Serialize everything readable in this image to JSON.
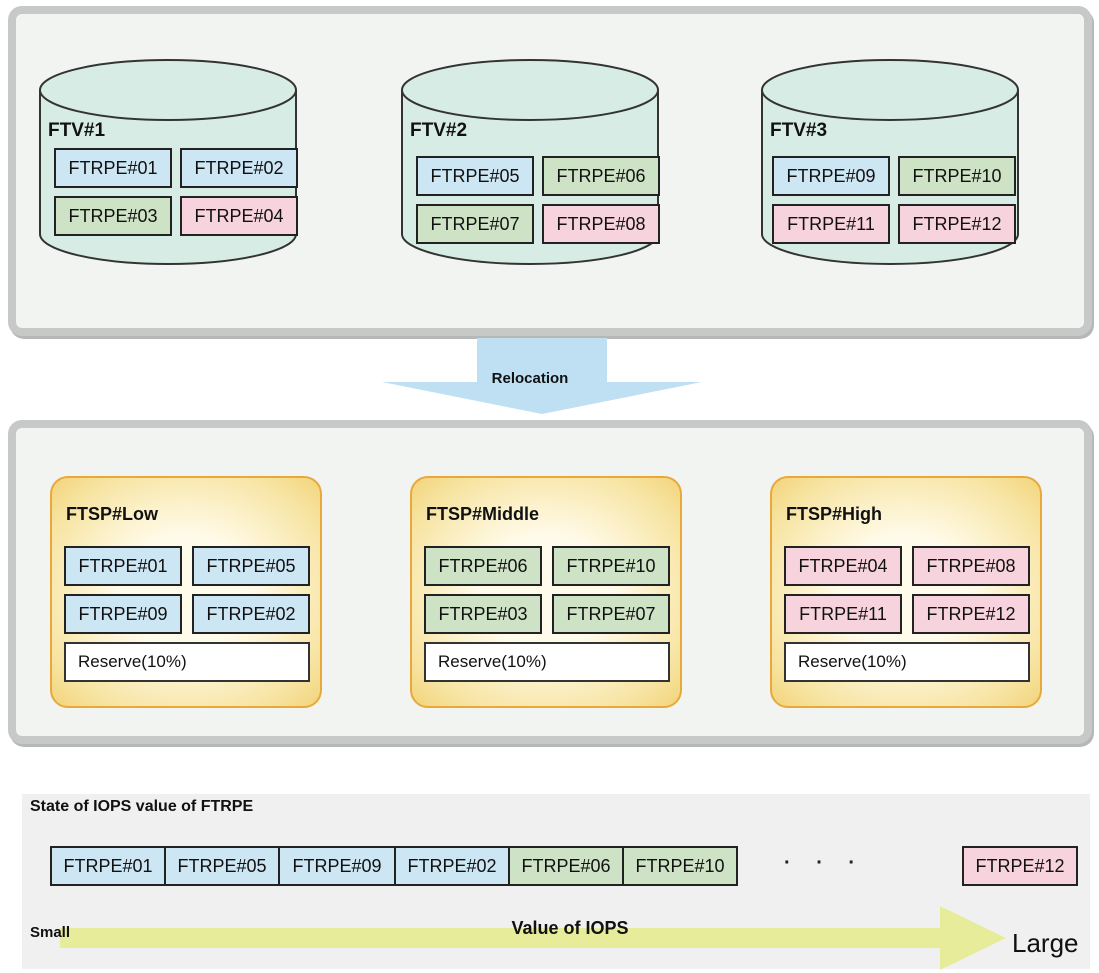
{
  "volumes": [
    {
      "label": "FTV#1",
      "extents": [
        {
          "label": "FTRPE#01",
          "tier": "low"
        },
        {
          "label": "FTRPE#02",
          "tier": "low"
        },
        {
          "label": "FTRPE#03",
          "tier": "middle"
        },
        {
          "label": "FTRPE#04",
          "tier": "high"
        }
      ]
    },
    {
      "label": "FTV#2",
      "extents": [
        {
          "label": "FTRPE#05",
          "tier": "low"
        },
        {
          "label": "FTRPE#06",
          "tier": "middle"
        },
        {
          "label": "FTRPE#07",
          "tier": "middle"
        },
        {
          "label": "FTRPE#08",
          "tier": "high"
        }
      ]
    },
    {
      "label": "FTV#3",
      "extents": [
        {
          "label": "FTRPE#09",
          "tier": "low"
        },
        {
          "label": "FTRPE#10",
          "tier": "middle"
        },
        {
          "label": "FTRPE#11",
          "tier": "high"
        },
        {
          "label": "FTRPE#12",
          "tier": "high"
        }
      ]
    }
  ],
  "relocation_label": "Relocation",
  "pools": [
    {
      "label": "FTSP#Low",
      "extents": [
        "FTRPE#01",
        "FTRPE#05",
        "FTRPE#09",
        "FTRPE#02"
      ],
      "tier": "low",
      "reserve": "Reserve(10%)"
    },
    {
      "label": "FTSP#Middle",
      "extents": [
        "FTRPE#06",
        "FTRPE#10",
        "FTRPE#03",
        "FTRPE#07"
      ],
      "tier": "middle",
      "reserve": "Reserve(10%)"
    },
    {
      "label": "FTSP#High",
      "extents": [
        "FTRPE#04",
        "FTRPE#08",
        "FTRPE#11",
        "FTRPE#12"
      ],
      "tier": "high",
      "reserve": "Reserve(10%)"
    }
  ],
  "iops": {
    "title": "State of IOPS value of FTRPE",
    "sequence": [
      {
        "label": "FTRPE#01",
        "tier": "low"
      },
      {
        "label": "FTRPE#05",
        "tier": "low"
      },
      {
        "label": "FTRPE#09",
        "tier": "low"
      },
      {
        "label": "FTRPE#02",
        "tier": "low"
      },
      {
        "label": "FTRPE#06",
        "tier": "middle"
      },
      {
        "label": "FTRPE#10",
        "tier": "middle"
      }
    ],
    "ellipsis": "· · ·",
    "last": {
      "label": "FTRPE#12",
      "tier": "high"
    },
    "axis_label": "Value of IOPS",
    "small_label": "Small",
    "large_label": "Large"
  },
  "colors": {
    "low": "#cde6f3",
    "middle": "#cee3c6",
    "high": "#f7d3dd",
    "cylinder_fill": "#d6ece4",
    "arrow": "#bfe0f3",
    "iops_arrow": "#e6ec9a"
  }
}
